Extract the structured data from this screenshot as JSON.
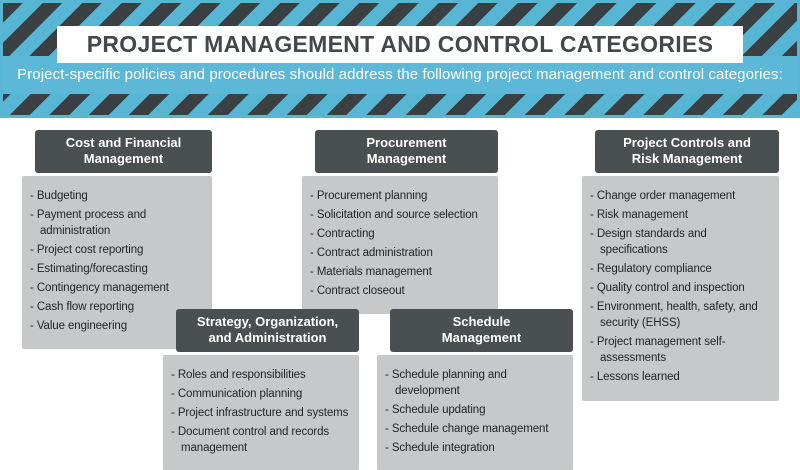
{
  "banner": {
    "title": "PROJECT MANAGEMENT AND CONTROL CATEGORIES",
    "subtitle": "Project-specific policies and procedures should address the following project management and control categories:"
  },
  "colors": {
    "teal": "#5cb8d6",
    "stripe_dark": "#3a3f42",
    "stripe_teal": "#58b6d5",
    "title_text": "#43484c",
    "card_header_bg": "#4a4f52",
    "card_body_bg": "#c7c8ca",
    "item_text": "#1f2123"
  },
  "cards": [
    {
      "title": "Cost and Financial\nManagement",
      "items": [
        "Budgeting",
        "Payment process and administration",
        "Project cost reporting",
        "Estimating/forecasting",
        "Contingency management",
        "Cash flow reporting",
        "Value engineering"
      ]
    },
    {
      "title": "Procurement\nManagement",
      "items": [
        "Procurement planning",
        "Solicitation and source selection",
        "Contracting",
        "Contract administration",
        "Materials management",
        "Contract closeout"
      ]
    },
    {
      "title": "Project Controls and\nRisk Management",
      "items": [
        "Change order management",
        "Risk management",
        "Design standards and specifications",
        "Regulatory compliance",
        "Quality control and inspection",
        "Environment, health, safety, and security (EHSS)",
        "Project management self-assessments",
        "Lessons learned"
      ]
    },
    {
      "title": "Strategy, Organization,\nand Administration",
      "items": [
        "Roles and responsibilities",
        "Communication planning",
        "Project infrastructure and systems",
        "Document control and records management"
      ]
    },
    {
      "title": "Schedule\nManagement",
      "items": [
        "Schedule planning and development",
        "Schedule updating",
        "Schedule change management",
        "Schedule integration"
      ]
    }
  ]
}
